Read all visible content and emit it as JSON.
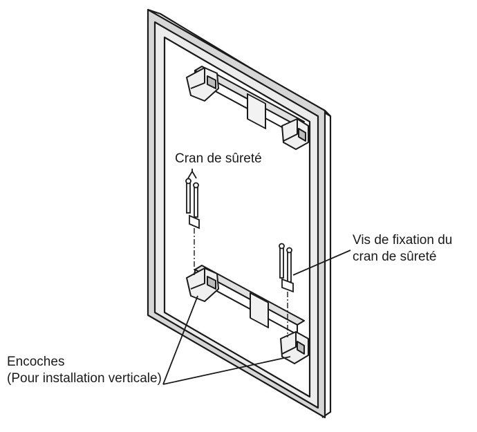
{
  "labels": {
    "safety_catch": "Cran de sûreté",
    "screw_line1": "Vis de fixation du",
    "screw_line2": "cran de sûreté",
    "notches_line1": "Encoches",
    "notches_line2": "(Pour installation verticale)"
  },
  "colors": {
    "stroke": "#1a1a1a",
    "frame_fill": "#d6d6d6",
    "panel_fill": "#ffffff"
  }
}
